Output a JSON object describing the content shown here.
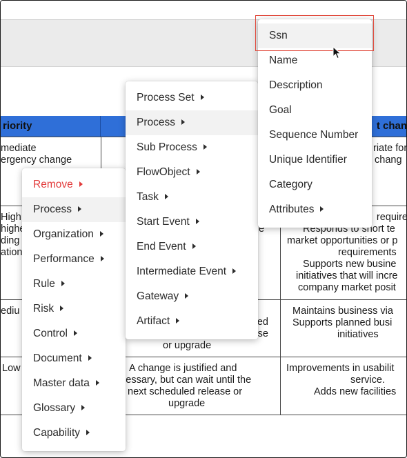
{
  "table": {
    "headers": [
      "riority",
      "",
      "t chan"
    ],
    "rows": [
      {
        "col1": [
          "mediate",
          "ergency change"
        ],
        "col3": [
          "riate for",
          "chang"
        ]
      },
      {
        "col1": [
          "High",
          "highe",
          "ding",
          "ation"
        ],
        "col3": [
          "require",
          "Responds to short te",
          "market opportunities or p",
          "requirements",
          "Supports new busine",
          "initiatives that will incre",
          "company market posit"
        ]
      },
      {
        "col1": [
          "ediu"
        ],
        "col2": [
          "ed",
          "se",
          "or upgrade"
        ],
        "col3": [
          "Maintains business via",
          "Supports planned busi",
          "initiatives"
        ]
      },
      {
        "col1": [
          "Low"
        ],
        "col2": [
          "A change is justified and",
          "cessary, but can wait until the",
          "next scheduled release or",
          "upgrade"
        ],
        "col3": [
          "Improvements in usabilit",
          "service.",
          "Adds new facilities"
        ]
      }
    ],
    "partial": "e"
  },
  "menu_main": {
    "items": [
      {
        "label": "Remove",
        "sub": true
      },
      {
        "label": "Process",
        "sub": true
      },
      {
        "label": "Organization",
        "sub": true
      },
      {
        "label": "Performance",
        "sub": true
      },
      {
        "label": "Rule",
        "sub": true
      },
      {
        "label": "Risk",
        "sub": true
      },
      {
        "label": "Control",
        "sub": true
      },
      {
        "label": "Document",
        "sub": true
      },
      {
        "label": "Master data",
        "sub": true
      },
      {
        "label": "Glossary",
        "sub": true
      },
      {
        "label": "Capability",
        "sub": true
      }
    ]
  },
  "menu_process": {
    "items": [
      {
        "label": "Process Set",
        "sub": true
      },
      {
        "label": "Process",
        "sub": true
      },
      {
        "label": "Sub Process",
        "sub": true
      },
      {
        "label": "FlowObject",
        "sub": true
      },
      {
        "label": "Task",
        "sub": true
      },
      {
        "label": "Start Event",
        "sub": true
      },
      {
        "label": "End Event",
        "sub": true
      },
      {
        "label": "Intermediate Event",
        "sub": true
      },
      {
        "label": "Gateway",
        "sub": true
      },
      {
        "label": "Artifact",
        "sub": true
      }
    ]
  },
  "menu_attrs": {
    "items": [
      {
        "label": "Ssn",
        "sub": false
      },
      {
        "label": "Name",
        "sub": false
      },
      {
        "label": "Description",
        "sub": false
      },
      {
        "label": "Goal",
        "sub": false
      },
      {
        "label": "Sequence Number",
        "sub": false
      },
      {
        "label": "Unique Identifier",
        "sub": false
      },
      {
        "label": "Category",
        "sub": false
      },
      {
        "label": "Attributes",
        "sub": true
      }
    ]
  },
  "colors": {
    "header_blue": "#2f6fd8",
    "remove_red": "#e23b3b",
    "highlight_border": "#e0483a"
  }
}
